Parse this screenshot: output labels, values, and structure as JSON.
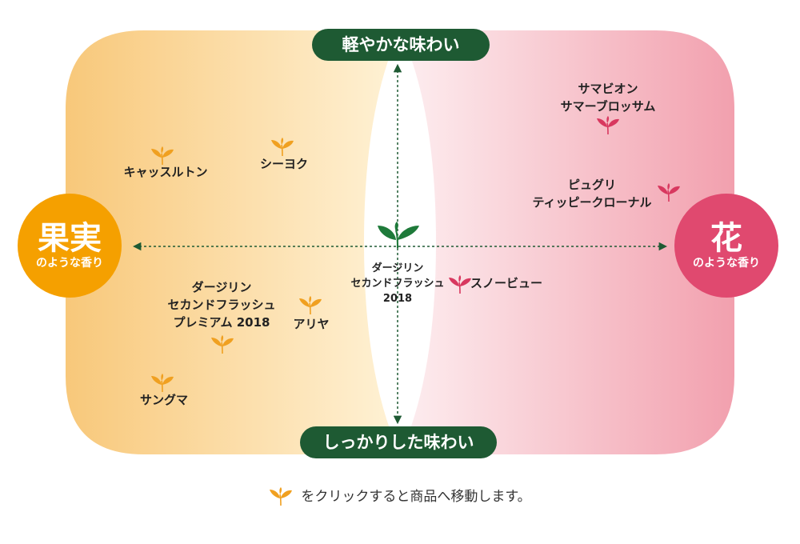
{
  "axis": {
    "top": "軽やかな味わい",
    "bottom": "しっかりした味わい",
    "left": {
      "main": "果実",
      "sub": "のような香り"
    },
    "right": {
      "main": "花",
      "sub": "のような香り"
    }
  },
  "center_product": {
    "lines": [
      "ダージリン",
      "セカンドフラッシュ",
      "2018"
    ]
  },
  "products": [
    {
      "id": "castleton",
      "lines": [
        "キャッスルトン"
      ],
      "leaf": "orange"
    },
    {
      "id": "seeyok",
      "lines": [
        "シーヨク"
      ],
      "leaf": "orange"
    },
    {
      "id": "darjeeling-premium",
      "lines": [
        "ダージリン",
        "セカンドフラッシュ",
        "プレミアム 2018"
      ],
      "leaf": "orange"
    },
    {
      "id": "arya",
      "lines": [
        "アリヤ"
      ],
      "leaf": "orange"
    },
    {
      "id": "sungma",
      "lines": [
        "サングマ"
      ],
      "leaf": "orange"
    },
    {
      "id": "samabeong",
      "lines": [
        "サマビオン",
        "サマーブロッサム"
      ],
      "leaf": "pink"
    },
    {
      "id": "puguri",
      "lines": [
        "ピュグリ",
        "ティッピークローナル"
      ],
      "leaf": "pink"
    },
    {
      "id": "snowview",
      "lines": [
        "スノービュー"
      ],
      "leaf": "pink"
    }
  ],
  "footer_text": "をクリックすると商品へ移動します。",
  "colors": {
    "green": "#1e5a33",
    "fruit": "#f5a000",
    "flower": "#e0496f",
    "leaf_orange": "#f0a020",
    "leaf_pink": "#d8385f"
  }
}
